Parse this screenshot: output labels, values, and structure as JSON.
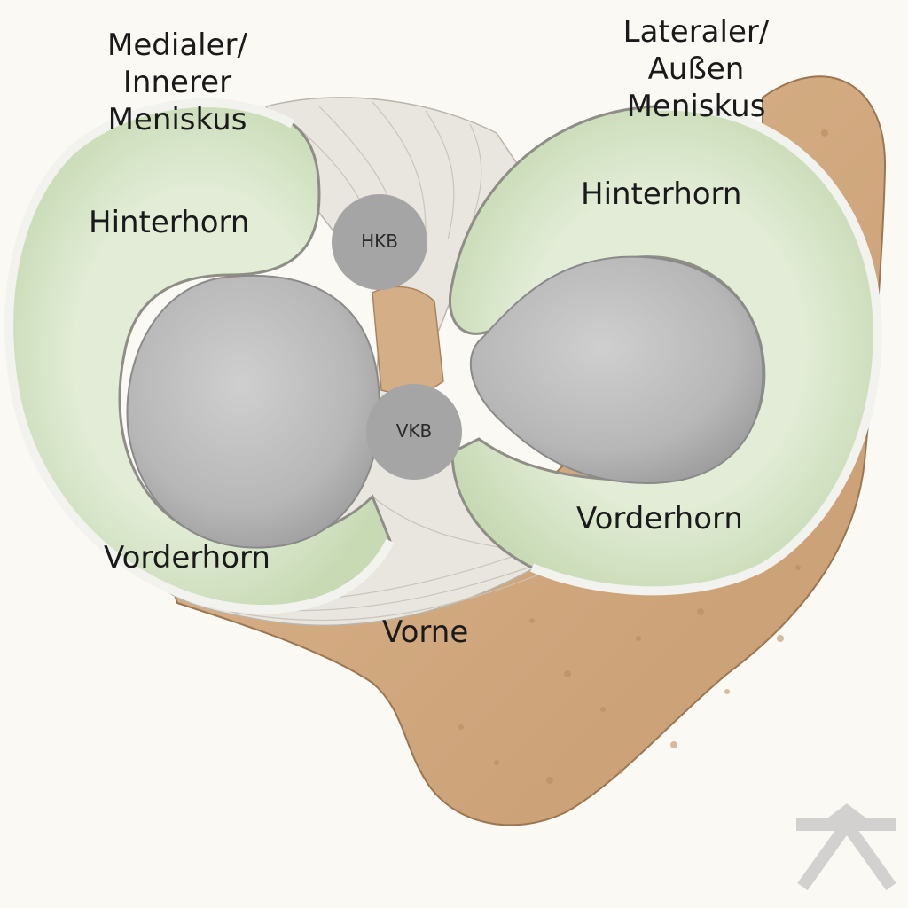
{
  "labels": {
    "medial_title": [
      "Medialer/",
      "Innerer",
      "Meniskus"
    ],
    "lateral_title": [
      "Lateraler/",
      "Außen",
      "Meniskus"
    ],
    "medial_posterior_horn": "Hinterhorn",
    "medial_anterior_horn": "Vorderhorn",
    "lateral_posterior_horn": "Hinterhorn",
    "lateral_anterior_horn": "Vorderhorn",
    "anterior": "Vorne",
    "pcl": "HKB",
    "acl": "VKB"
  },
  "colors": {
    "background": "#fbf9f4",
    "bone": "#d2ab83",
    "meniscus": "#d2e2c2",
    "meniscus_rim": "#eceeea",
    "cartilage": "#b9b9b9",
    "ligament_marker": "#a4a4a4",
    "ligament_fibers": "#e6e4de"
  }
}
